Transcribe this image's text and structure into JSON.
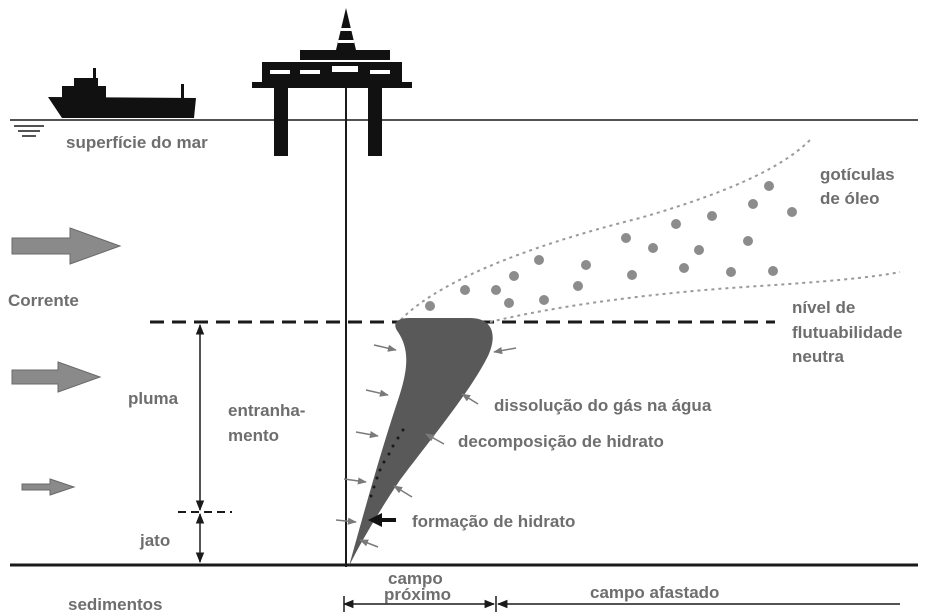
{
  "labels": {
    "sea_surface": "superfície do mar",
    "oil_droplets_1": "gotículas",
    "oil_droplets_2": "de óleo",
    "current": "Corrente",
    "neutral_1": "nível de",
    "neutral_2": "flutuabilidade",
    "neutral_3": "neutra",
    "plume": "pluma",
    "entrainment_1": "entranha-",
    "entrainment_2": "mento",
    "gas_dissolution": "dissolução do gás na água",
    "hydrate_decomposition": "decomposição de hidrato",
    "jet": "jato",
    "hydrate_formation": "formação de hidrato",
    "sediments": "sedimentos",
    "near_field_1": "campo",
    "near_field_2": "próximo",
    "far_field": "campo afastado"
  },
  "icons": {
    "ship": "ship-icon",
    "platform": "offshore-platform-icon",
    "surface": "water-surface-icon",
    "current_arrow": "current-arrow-icon",
    "hydrate_arrow": "black-arrow-icon"
  },
  "colors": {
    "line": "#1a1a1a",
    "text": "#6e6e6e",
    "plume": "#595959",
    "droplet": "#8c8c8c",
    "current_arrow": "#8a8a8a",
    "dotted_boundary": "#9a9a9a"
  }
}
